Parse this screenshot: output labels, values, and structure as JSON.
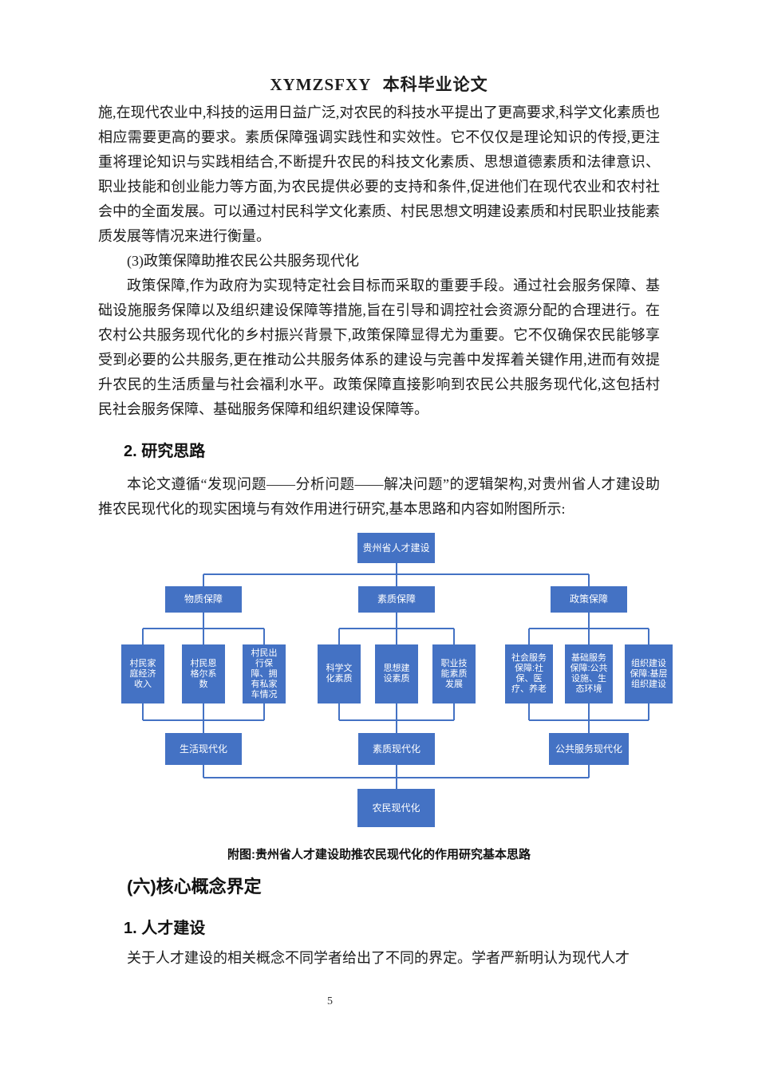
{
  "header": {
    "title_en": "XYMZSFXY",
    "title_cn": "本科毕业论文"
  },
  "paragraphs": {
    "p1": "施,在现代农业中,科技的运用日益广泛,对农民的科技水平提出了更高要求,科学文化素质也相应需要更高的要求。素质保障强调实践性和实效性。它不仅仅是理论知识的传授,更注重将理论知识与实践相结合,不断提升农民的科技文化素质、思想道德素质和法律意识、职业技能和创业能力等方面,为农民提供必要的支持和条件,促进他们在现代农业和农村社会中的全面发展。可以通过村民科学文化素质、村民思想文明建设素质和村民职业技能素质发展等情况来进行衡量。",
    "sub3": "(3)政策保障助推农民公共服务现代化",
    "p2": "政策保障,作为政府为实现特定社会目标而采取的重要手段。通过社会服务保障、基础设施服务保障以及组织建设保障等措施,旨在引导和调控社会资源分配的合理进行。在农村公共服务现代化的乡村振兴背景下,政策保障显得尤为重要。它不仅确保农民能够享受到必要的公共服务,更在推动公共服务体系的建设与完善中发挥着关键作用,进而有效提升农民的生活质量与社会福利水平。政策保障直接影响到农民公共服务现代化,这包括村民社会服务保障、基础服务保障和组织建设保障等。",
    "p3": "本论文遵循“发现问题——分析问题——解决问题”的逻辑架构,对贵州省人才建设助推农民现代化的现实困境与有效作用进行研究,基本思路和内容如附图所示:",
    "p4": "关于人才建设的相关概念不同学者给出了不同的界定。学者严新明认为现代人才"
  },
  "headings": {
    "research": "2. 研究思路",
    "core_concepts": "(六)核心概念界定",
    "talent": "1. 人才建设"
  },
  "diagram": {
    "top": "贵州省人才建设",
    "level2": [
      "物质保障",
      "素质保障",
      "政策保障"
    ],
    "level3_left": [
      "村民家庭经济收入",
      "村民恩格尔系数",
      "村民出行保障、拥有私家车情况"
    ],
    "level3_mid": [
      "科学文化素质",
      "思想建设素质",
      "职业技能素质发展"
    ],
    "level3_right": [
      "社会服务保障:社保、医疗、养老",
      "基础服务保障:公共设施、生态环境",
      "组织建设保障:基层组织建设"
    ],
    "level4": [
      "生活现代化",
      "素质现代化",
      "公共服务现代化"
    ],
    "bottom": "农民现代化",
    "colors": {
      "node_fill": "#4472C4",
      "node_text": "#FFFFFF",
      "connector": "#4472C4"
    }
  },
  "caption": "附图:贵州省人才建设助推农民现代化的作用研究基本思路",
  "footer": {
    "page_number": "5"
  }
}
